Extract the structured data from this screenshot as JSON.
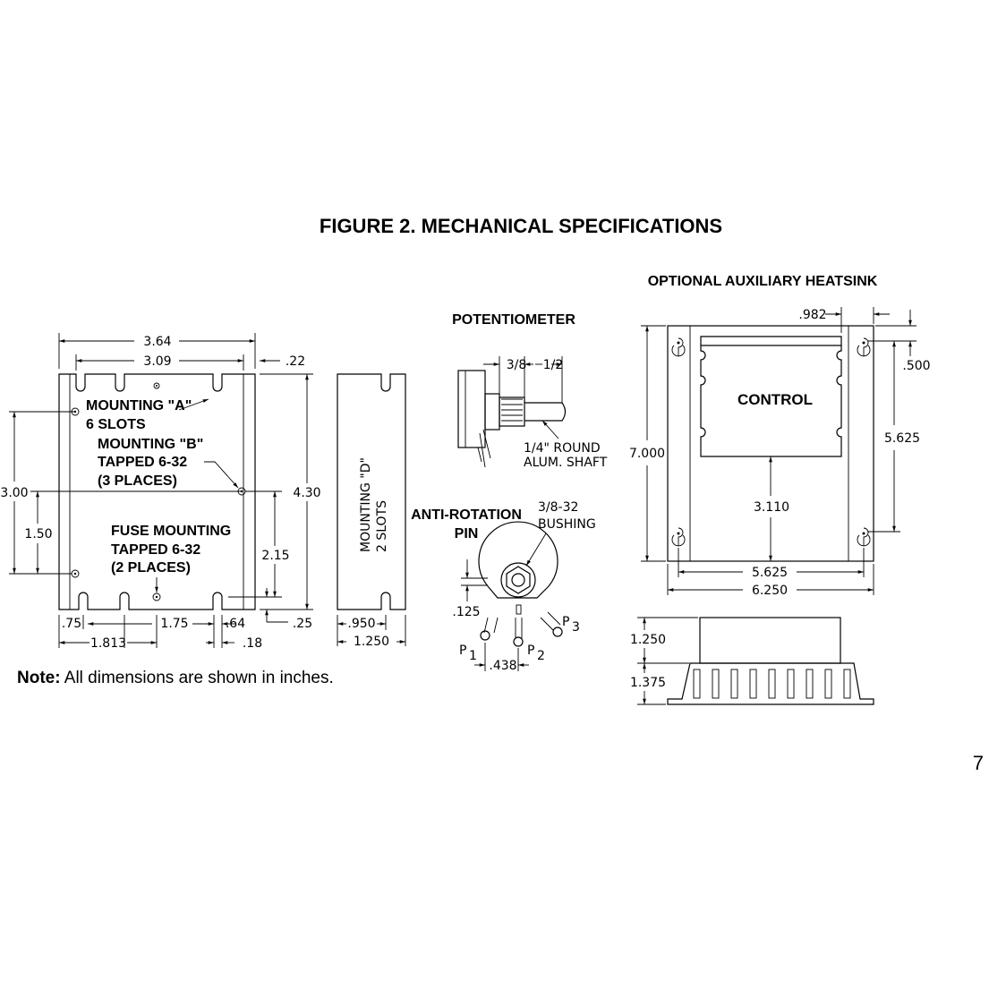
{
  "figure": {
    "title": "FIGURE 2. MECHANICAL SPECIFICATIONS"
  },
  "main_drive": {
    "dims": {
      "overall_width": "3.64",
      "inner_width": "3.09",
      "edge_offset": ".22",
      "height": "4.30",
      "left_height": "3.00",
      "lower_height": "1.50",
      "slot_height": "2.15",
      "bottom_edge": ".25",
      "bottom_left": ".75",
      "bottom_mid": "1.75",
      "bottom_right": ".64",
      "bottom_total": "1.813",
      "bottom_far": ".18"
    },
    "labels": {
      "mounting_a": "MOUNTING \"A\"",
      "mounting_a_sub": "6 SLOTS",
      "mounting_b": "MOUNTING \"B\"",
      "mounting_b_sub1": "TAPPED 6-32",
      "mounting_b_sub2": "(3 PLACES)",
      "fuse": "FUSE MOUNTING",
      "fuse_sub1": "TAPPED 6-32",
      "fuse_sub2": "(2 PLACES)"
    }
  },
  "side_view": {
    "label1": "MOUNTING \"D\"",
    "label2": "2 SLOTS",
    "dim_slot": ".950",
    "dim_width": "1.250"
  },
  "potentiometer": {
    "title": "POTENTIOMETER",
    "dim_left": "3/8",
    "dim_right": "1/2",
    "shaft1": "1/4\" ROUND",
    "shaft2": "ALUM. SHAFT",
    "anti1": "ANTI-ROTATION",
    "anti2": "PIN",
    "bushing1": "3/8-32",
    "bushing2": "BUSHING",
    "dim_pin": ".125",
    "dim_pitch": ".438",
    "p1": "P",
    "p1_sub": "1",
    "p2": "P",
    "p2_sub": "2",
    "p3": "P",
    "p3_sub": "3"
  },
  "heatsink": {
    "title": "OPTIONAL AUXILIARY HEATSINK",
    "control": "CONTROL",
    "dims": {
      "top_offset": ".982",
      "right_offset": ".500",
      "height": "7.000",
      "hole_spacing": "5.625",
      "control_offset": "3.110",
      "inner_width": "5.625",
      "width": "6.250",
      "side_top": "1.250",
      "side_bottom": "1.375"
    }
  },
  "note": {
    "bold": "Note:",
    "text": " All dimensions are shown in inches."
  },
  "page_number": "7"
}
